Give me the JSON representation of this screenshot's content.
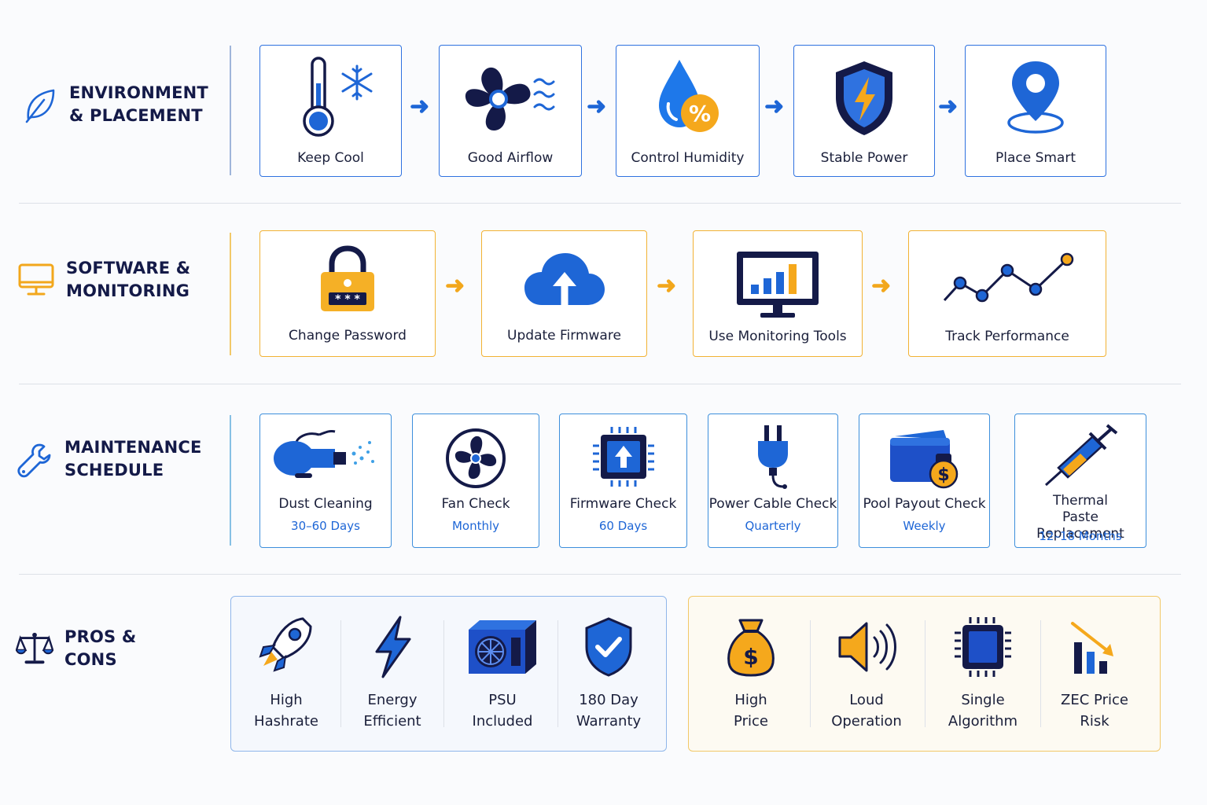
{
  "colors": {
    "blue": "#1e66d6",
    "navy": "#141a48",
    "orange": "#f2a71c",
    "divider": "#dde1e8"
  },
  "sections": {
    "environment": {
      "title": "ENVIRONMENT & PLACEMENT",
      "icon": "leaf-icon",
      "items": [
        {
          "label": "Keep Cool",
          "icon": "thermometer-snowflake-icon"
        },
        {
          "label": "Good Airflow",
          "icon": "fan-airflow-icon"
        },
        {
          "label": "Control Humidity",
          "icon": "water-drop-percent-icon"
        },
        {
          "label": "Stable Power",
          "icon": "shield-bolt-icon"
        },
        {
          "label": "Place Smart",
          "icon": "location-pin-icon"
        }
      ]
    },
    "software": {
      "title": "SOFTWARE & MONITORING",
      "icon": "monitor-icon",
      "items": [
        {
          "label": "Change Password",
          "icon": "padlock-icon"
        },
        {
          "label": "Update Firmware",
          "icon": "cloud-upload-icon"
        },
        {
          "label": "Use Monitoring Tools",
          "icon": "monitor-chart-icon"
        },
        {
          "label": "Track Performance",
          "icon": "line-chart-icon"
        }
      ]
    },
    "maintenance": {
      "title": "MAINTENANCE SCHEDULE",
      "icon": "wrench-icon",
      "items": [
        {
          "label": "Dust Cleaning",
          "freq": "30–60 Days",
          "icon": "air-blower-icon"
        },
        {
          "label": "Fan Check",
          "freq": "Monthly",
          "icon": "fan-icon"
        },
        {
          "label": "Firmware Check",
          "freq": "60 Days",
          "icon": "chip-upload-icon"
        },
        {
          "label": "Power Cable Check",
          "freq": "Quarterly",
          "icon": "power-plug-icon"
        },
        {
          "label": "Pool Payout Check",
          "freq": "Weekly",
          "icon": "wallet-dollar-icon"
        },
        {
          "label": "Thermal Paste Replacement",
          "freq": "12–18 Months",
          "icon": "syringe-icon"
        }
      ]
    },
    "proscons": {
      "title": "PROS & CONS",
      "icon": "balance-scale-icon",
      "pros": [
        {
          "line1": "High",
          "line2": "Hashrate",
          "icon": "rocket-icon"
        },
        {
          "line1": "Energy",
          "line2": "Efficient",
          "icon": "lightning-icon"
        },
        {
          "line1": "PSU",
          "line2": "Included",
          "icon": "psu-icon"
        },
        {
          "line1": "180 Day",
          "line2": "Warranty",
          "icon": "shield-check-icon"
        }
      ],
      "cons": [
        {
          "line1": "High",
          "line2": "Price",
          "icon": "money-bag-icon"
        },
        {
          "line1": "Loud",
          "line2": "Operation",
          "icon": "speaker-icon"
        },
        {
          "line1": "Single",
          "line2": "Algorithm",
          "icon": "chip-icon"
        },
        {
          "line1": "ZEC Price",
          "line2": "Risk",
          "icon": "price-down-chart-icon"
        }
      ]
    }
  }
}
